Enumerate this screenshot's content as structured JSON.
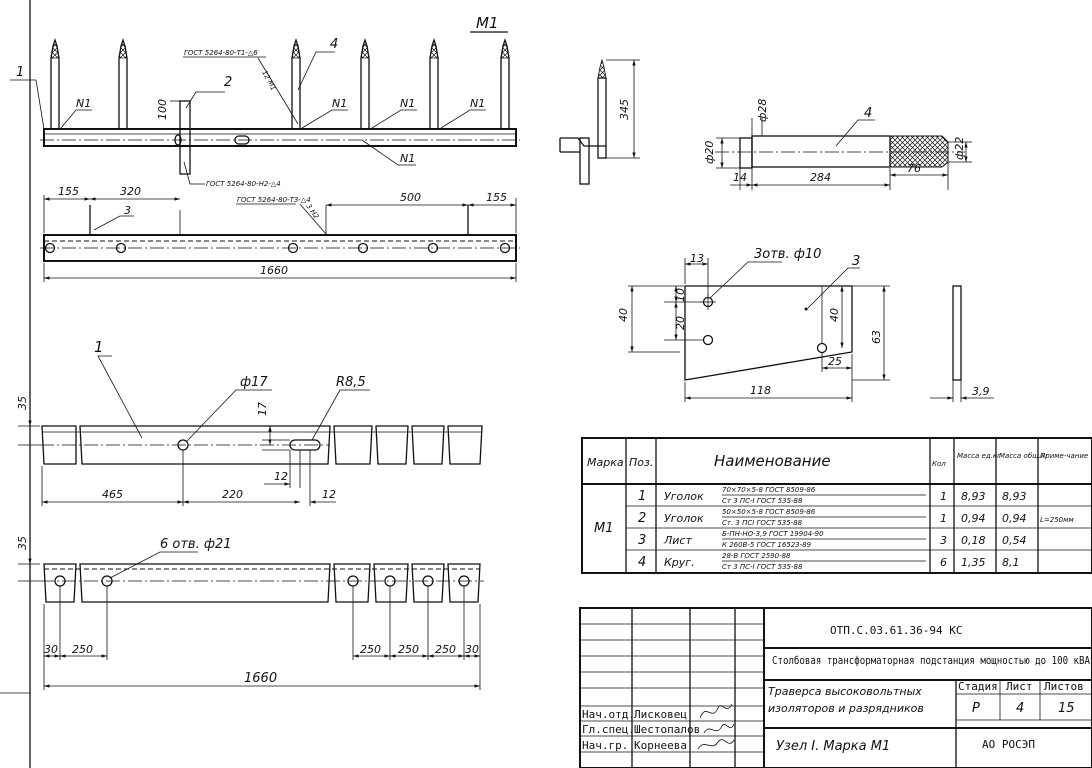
{
  "sheet_mark": "М1",
  "views": {
    "front": {
      "labels": {
        "pos1": "1",
        "pos2": "2",
        "pos4": "4",
        "n1a": "N1",
        "n1b": "N1",
        "n1c": "N1",
        "n1d": "N1",
        "n1e": "N1",
        "gost_top": "ГОСТ 5264-80-Т1-△6",
        "weld_12": "12 М1",
        "dim_100": "100",
        "gost_bottom": "ГОСТ 5264-80-Н2-△4"
      }
    },
    "plan": {
      "labels": {
        "d155a": "155",
        "d320": "320",
        "pos3": "3",
        "gost": "ГОСТ 5264-80-Т3-△4",
        "weld": "3 Н2",
        "d500": "500",
        "d155b": "155",
        "d1660": "1660"
      }
    },
    "side": {
      "labels": {
        "d345": "345"
      }
    },
    "rod": {
      "labels": {
        "pos4": "4",
        "d28": "ф28",
        "d20": "ф20",
        "d22": "ф22",
        "d14": "14",
        "d284": "284",
        "d76": "76"
      }
    },
    "plate": {
      "labels": {
        "holes": "3отв. ф10",
        "pos3": "3",
        "d13": "13",
        "d10": "10",
        "d20": "20",
        "d40l": "40",
        "d40r": "40",
        "d63": "63",
        "d25": "25",
        "d118": "118",
        "d39": "3,9"
      }
    },
    "angle1": {
      "labels": {
        "pos1": "1",
        "d35": "35",
        "phi17": "ф17",
        "r85": "R8,5",
        "d17": "17",
        "d12a": "12",
        "d465": "465",
        "d220": "220",
        "d12b": "12"
      }
    },
    "angle2": {
      "labels": {
        "holes": "6 отв. ф21",
        "d35": "35",
        "d30a": "30",
        "d250a": "250",
        "d250b": "250",
        "d250c": "250",
        "d250d": "250",
        "d30b": "30",
        "d1660": "1660"
      }
    }
  },
  "spec_table": {
    "headers": {
      "mark": "Марка",
      "pos": "Поз.",
      "name": "Наименование",
      "qty": "Кол",
      "mass_unit": "Масса ед.кг",
      "mass_total": "Масса общ.кг",
      "note": "Приме-чание"
    },
    "mark_value": "М1",
    "rows": [
      {
        "pos": "1",
        "name": "Уголок",
        "spec1": "70×70×5-8   ГОСТ 8509-86",
        "spec2": "Ст 3 ПС-I       ГОСТ 535-88",
        "qty": "1",
        "mass_unit": "8,93",
        "mass_total": "8,93",
        "note": ""
      },
      {
        "pos": "2",
        "name": "Уголок",
        "spec1": "50×50×5-8   ГОСТ 8509-86",
        "spec2": "Ст. 3 ПСI       ГОСТ 535-88",
        "qty": "1",
        "mass_unit": "0,94",
        "mass_total": "0,94",
        "note": "L=250мм"
      },
      {
        "pos": "3",
        "name": "Лист",
        "spec1": "Б-ПН-НО-3,9  ГОСТ 19904-90",
        "spec2": "К 260В-5   ГОСТ 16523-89",
        "qty": "3",
        "mass_unit": "0,18",
        "mass_total": "0,54",
        "note": ""
      },
      {
        "pos": "4",
        "name": "Круг.",
        "spec1": "28-В      ГОСТ 2590-88",
        "spec2": "Ст 3 ПС-I   ГОСТ 535-88",
        "qty": "6",
        "mass_unit": "1,35",
        "mass_total": "8,1",
        "note": ""
      }
    ]
  },
  "title_block": {
    "doc_code": "ОТП.С.03.61.36-94 КС",
    "project": "Столбовая трансформаторная подстанция мощностью до 100 кВА",
    "item_line1": "Траверса высоковольтных",
    "item_line2": "изоляторов и разрядников",
    "node": "Узел I. Марка М1",
    "stage_label": "Стадия",
    "sheet_label": "Лист",
    "sheets_label": "Листов",
    "stage_value": "Р",
    "sheet_value": "4",
    "sheets_value": "15",
    "org": "АО РОСЭП",
    "people": [
      {
        "role": "Нач.отд.",
        "name": "Лисковец"
      },
      {
        "role": "Гл.спец.",
        "name": "Шестопалов"
      },
      {
        "role": "Нач.гр.",
        "name": "Корнеева"
      }
    ]
  }
}
